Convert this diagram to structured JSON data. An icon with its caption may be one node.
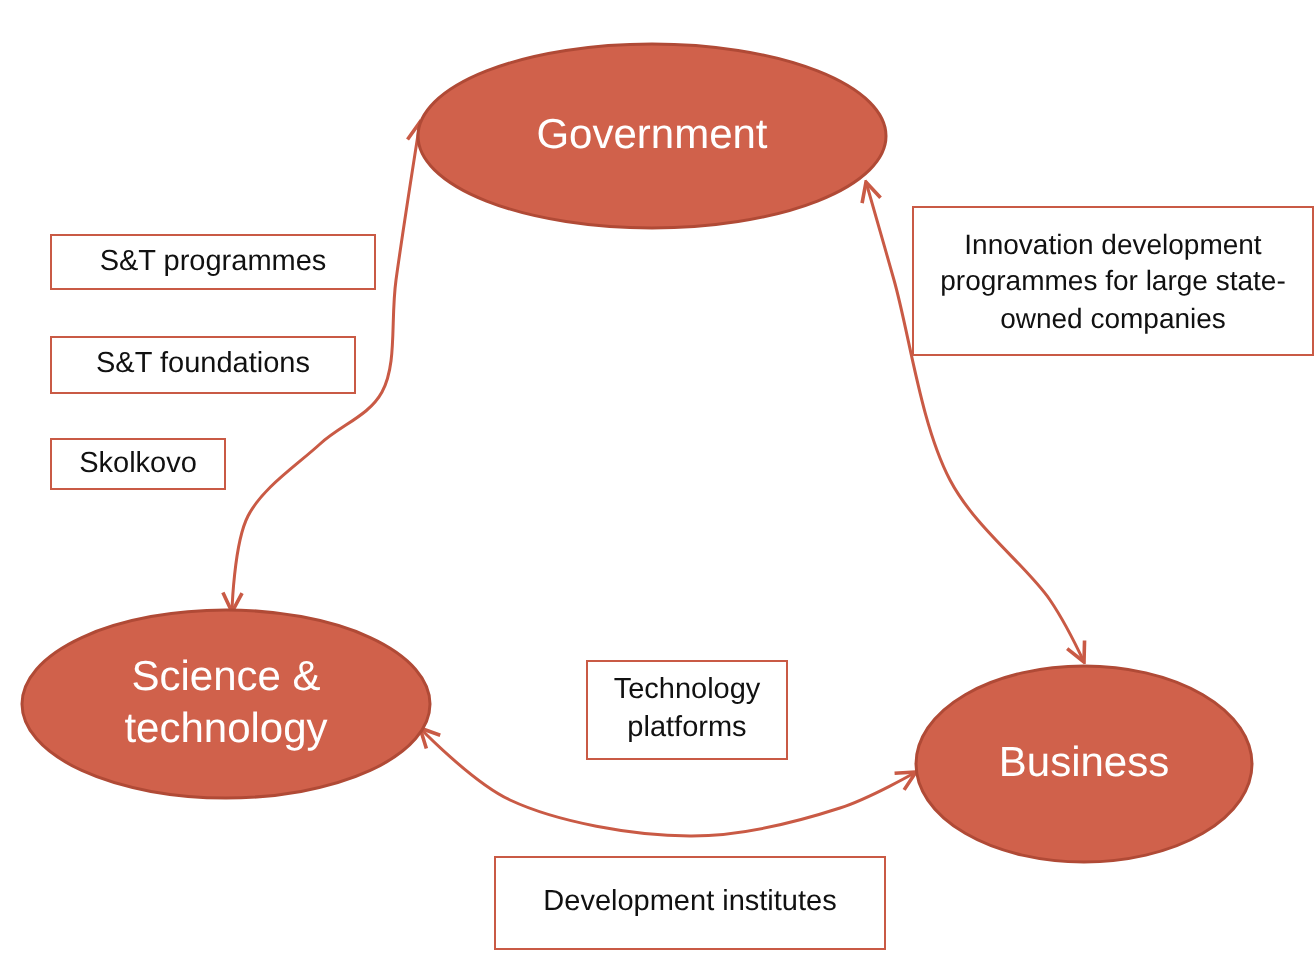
{
  "diagram": {
    "nodes": [
      {
        "text": [
          "Government"
        ]
      },
      {
        "text": [
          "Science & technology"
        ]
      },
      {
        "text": [
          "Business"
        ]
      },
      {
        "text": [
          "S&T programmes"
        ]
      },
      {
        "text": [
          "S&T foundations"
        ]
      },
      {
        "text": [
          "Skolkovo"
        ]
      },
      {
        "text": [
          "Innovation development programmes for large state-owned companies"
        ]
      },
      {
        "text": [
          "Technology platforms"
        ]
      },
      {
        "text": [
          "Development institutes"
        ]
      }
    ],
    "edges": [
      {
        "from": 1,
        "to": 0,
        "arrow": "both"
      },
      {
        "from": 0,
        "to": 2,
        "arrow": "both"
      },
      {
        "from": 1,
        "to": 2,
        "arrow": "both"
      }
    ]
  }
}
